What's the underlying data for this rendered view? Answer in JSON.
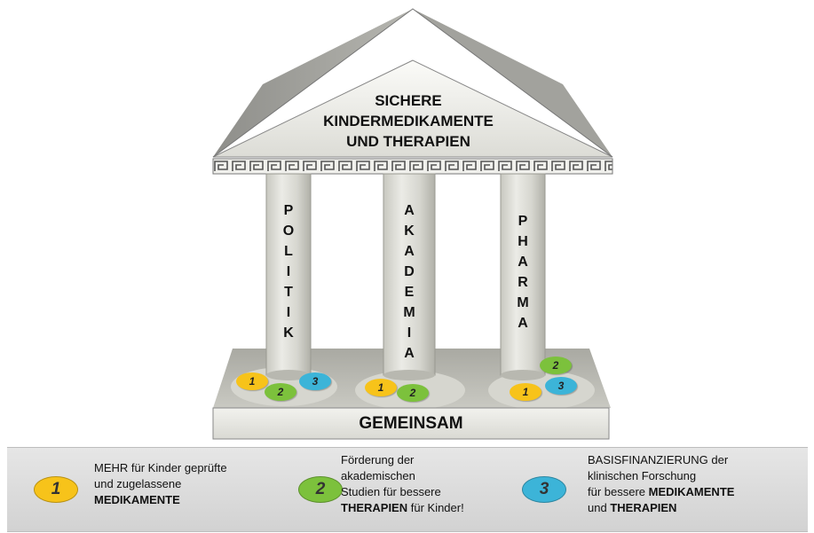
{
  "roof": {
    "title_lines": [
      "SICHERE",
      "KINDERMEDIKAMENTE",
      "UND THERAPIEN"
    ]
  },
  "pillars": [
    {
      "name": "POLITIK",
      "letters": [
        "P",
        "O",
        "L",
        "I",
        "T",
        "I",
        "K"
      ]
    },
    {
      "name": "AKADEMIA",
      "letters": [
        "A",
        "K",
        "A",
        "D",
        "E",
        "M",
        "I",
        "A"
      ]
    },
    {
      "name": "PHARMA",
      "letters": [
        "P",
        "H",
        "A",
        "R",
        "M",
        "A"
      ]
    }
  ],
  "base": {
    "label": "GEMEINSAM"
  },
  "badge_numbers": {
    "one": "1",
    "two": "2",
    "three": "3"
  },
  "colors": {
    "badge_1": "#f7c31a",
    "badge_2": "#7cc13c",
    "badge_3": "#3cb4d8"
  },
  "legend": [
    {
      "number": "1",
      "line1": "MEHR für Kinder geprüfte",
      "line2": "und zugelassene",
      "line3": "MEDIKAMENTE"
    },
    {
      "number": "2",
      "line1": "Förderung der",
      "line2": "akademischen",
      "line3": "Studien für bessere",
      "line4_bold": "THERAPIEN",
      "line4_rest": " für Kinder!"
    },
    {
      "number": "3",
      "line1": "BASISFINANZIERUNG der",
      "line2": "klinischen Forschung",
      "line3_rest": "für bessere ",
      "line3_bold": "MEDIKAMENTE",
      "line4_rest": "und ",
      "line4_bold": "THERAPIEN"
    }
  ]
}
